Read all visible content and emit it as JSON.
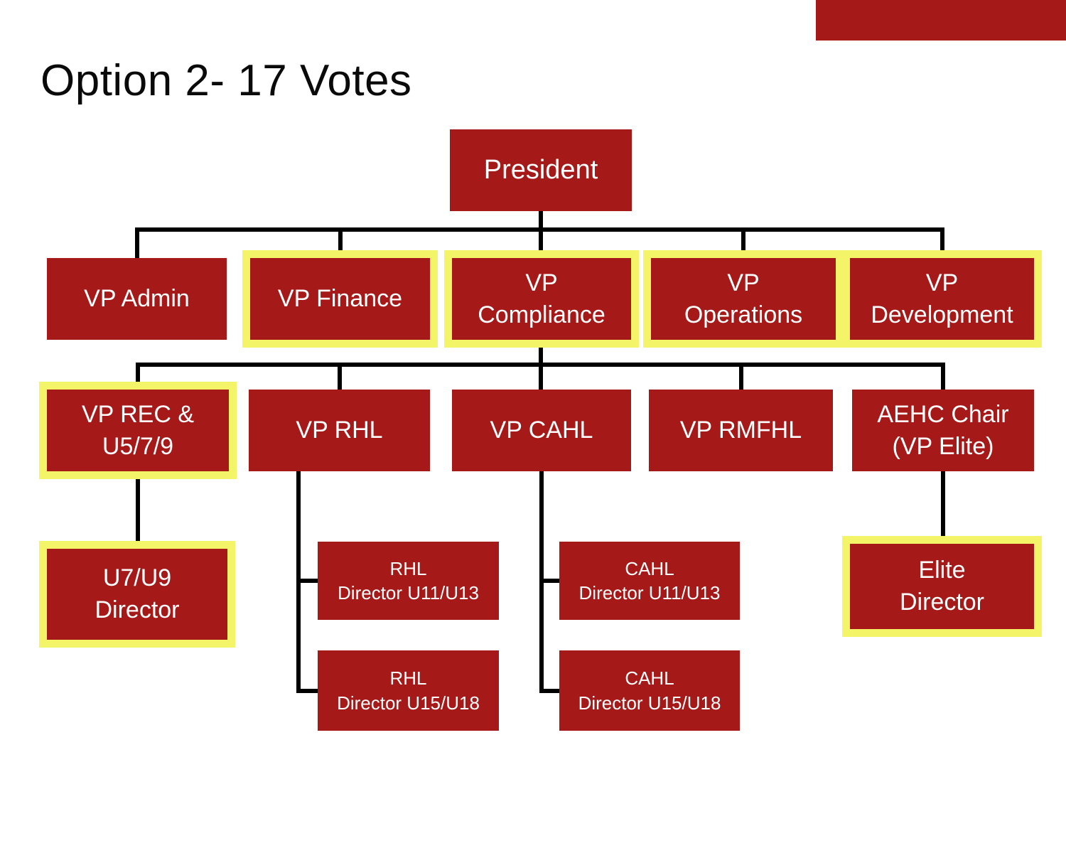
{
  "title": "Option 2- 17 Votes",
  "colors": {
    "box_red": "#A51919",
    "highlight_yellow": "#F3F468",
    "connector_black": "#000000",
    "box_text_white": "#FFFFFF",
    "title_black": "#0A0A0A"
  },
  "org_chart": {
    "president": {
      "lines": [
        "President"
      ],
      "highlighted": false
    },
    "vp_row": [
      {
        "lines": [
          "VP Admin"
        ],
        "highlighted": false,
        "parent": "President"
      },
      {
        "lines": [
          "VP Finance"
        ],
        "highlighted": true,
        "parent": "President"
      },
      {
        "lines": [
          "VP",
          "Compliance"
        ],
        "highlighted": true,
        "parent": "President"
      },
      {
        "lines": [
          "VP",
          "Operations"
        ],
        "highlighted": true,
        "parent": "President"
      },
      {
        "lines": [
          "VP",
          "Development"
        ],
        "highlighted": true,
        "parent": "President"
      }
    ],
    "league_row": [
      {
        "lines": [
          "VP REC &",
          "U5/7/9"
        ],
        "highlighted": true,
        "parent": "President"
      },
      {
        "lines": [
          "VP RHL"
        ],
        "highlighted": false,
        "parent": "President"
      },
      {
        "lines": [
          "VP CAHL"
        ],
        "highlighted": false,
        "parent": "President"
      },
      {
        "lines": [
          "VP RMFHL"
        ],
        "highlighted": false,
        "parent": "President"
      },
      {
        "lines": [
          "AEHC Chair",
          "(VP Elite)"
        ],
        "highlighted": false,
        "parent": "President"
      }
    ],
    "director_row": [
      {
        "lines": [
          "U7/U9",
          "Director"
        ],
        "highlighted": true,
        "parent": "VP REC & U5/7/9"
      },
      {
        "lines": [
          "RHL",
          "Director U11/U13"
        ],
        "highlighted": false,
        "parent": "VP RHL"
      },
      {
        "lines": [
          "RHL",
          "Director U15/U18"
        ],
        "highlighted": false,
        "parent": "VP RHL"
      },
      {
        "lines": [
          "CAHL",
          "Director U11/U13"
        ],
        "highlighted": false,
        "parent": "VP CAHL"
      },
      {
        "lines": [
          "CAHL",
          "Director U15/U18"
        ],
        "highlighted": false,
        "parent": "VP CAHL"
      },
      {
        "lines": [
          "Elite",
          "Director"
        ],
        "highlighted": true,
        "parent": "AEHC Chair (VP Elite)"
      }
    ]
  }
}
